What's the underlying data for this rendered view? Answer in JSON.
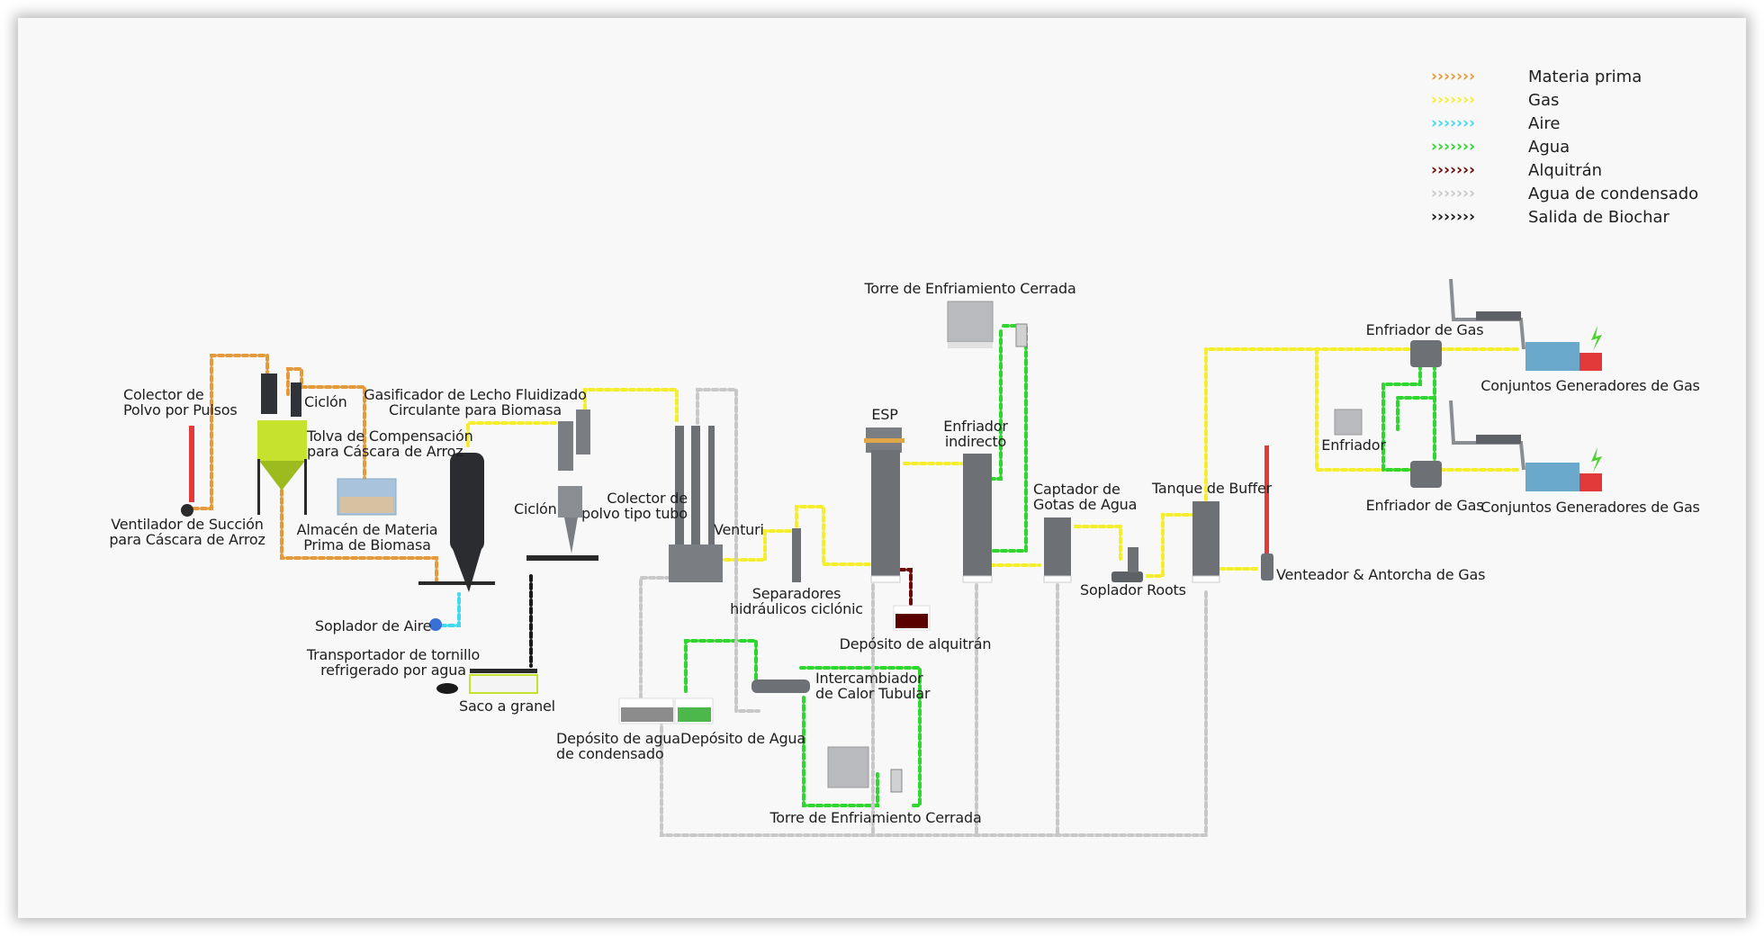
{
  "legend": [
    {
      "label": "Materia prima",
      "color": "#e49a3a",
      "arrows": "›››››››"
    },
    {
      "label": "Gas",
      "color": "#f4ee2c",
      "arrows": "›››››››"
    },
    {
      "label": "Aire",
      "color": "#3fd9f0",
      "arrows": "›››››››"
    },
    {
      "label": "Agua",
      "color": "#2fd62f",
      "arrows": "›››››››"
    },
    {
      "label": "Alquitrán",
      "color": "#6b0a0a",
      "arrows": "›››››››"
    },
    {
      "label": "Agua de condensado",
      "color": "#c8c8c8",
      "arrows": "›››››››"
    },
    {
      "label": "Salida de Biochar",
      "color": "#1a1a1a",
      "arrows": "›››››››"
    }
  ],
  "labels": {
    "pulse_dust_collector": [
      "Colector de",
      "Polvo por Pulsos"
    ],
    "suction_fan": [
      "Ventilador de Succión",
      "para Cáscara de Arroz"
    ],
    "cyclone_top": "Ciclón",
    "compensation_hopper": [
      "Tolva de Compensación",
      "para Cáscara de Arroz"
    ],
    "biomass_storage": [
      "Almacén de Materia",
      "Prima de Biomasa"
    ],
    "gasifier": [
      "Gasificador de Lecho Fluidizado",
      "Circulante para Biomasa"
    ],
    "cyclone": "Ciclón",
    "tube_dust_collector": [
      "Colector de",
      "polvo tipo tubo"
    ],
    "venturi": "Venturi",
    "hydraulic_separators": [
      "Separadores",
      "hidráulicos ciclónic"
    ],
    "air_blower": "Soplador de Aire",
    "screw_conveyor": [
      "Transportador de tornillo",
      "refrigerado por agua"
    ],
    "bulk_bag": "Saco a granel",
    "condensate_tank": [
      "Depósito de agua",
      "de condensado"
    ],
    "water_tank": "Depósito de Agua",
    "tar_tank": "Depósito de alquitrán",
    "heat_exchanger": [
      "Intercambiador",
      "de Calor Tubular"
    ],
    "cooling_tower_bottom": "Torre de Enfriamiento Cerrada",
    "cooling_tower_top": "Torre de Enfriamiento Cerrada",
    "esp": "ESP",
    "indirect_cooler": [
      "Enfriador",
      "indirecto"
    ],
    "droplet_catcher": [
      "Captador de",
      "Gotas de Agua"
    ],
    "roots_blower": "Soplador Roots",
    "buffer_tank": "Tanque de Buffer",
    "flare": "Venteador & Antorcha de Gas",
    "gas_cooler_top": "Enfriador de Gas",
    "gas_cooler_bottom": "Enfriador de Gas",
    "chiller": "Enfriador",
    "genset_top": "Conjuntos Generadores de Gas",
    "genset_bottom": "Conjuntos Generadores de Gas"
  },
  "colors": {
    "materia": "#e49a3a",
    "gas": "#f4ee2c",
    "aire": "#3fd9f0",
    "agua": "#2fd62f",
    "alquitran": "#6b0a0a",
    "condensado": "#c8c8c8",
    "biochar": "#1a1a1a",
    "equipment": "#6d7176",
    "hopper": "#c6e22e",
    "flare": "#e23a3a"
  }
}
